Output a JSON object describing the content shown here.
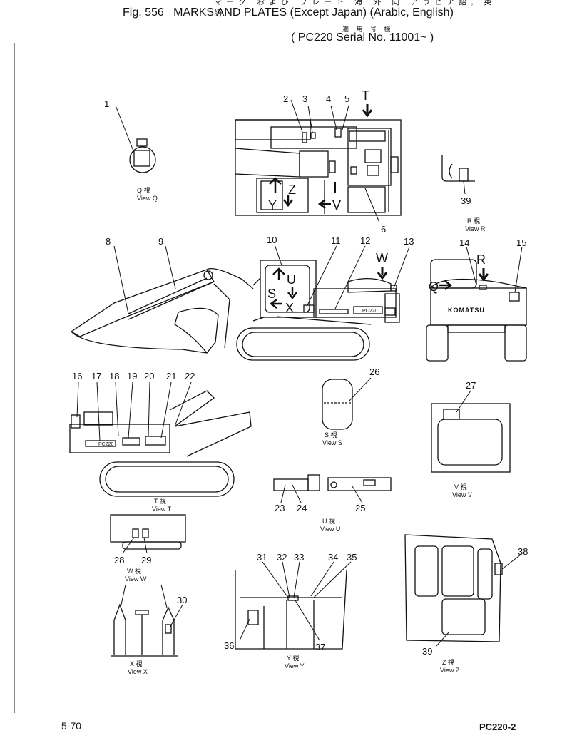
{
  "header": {
    "jp_title": "マーク および プレート 海 外 向 アラビア語, 英 語",
    "fig_label": "Fig. 556",
    "title": "MARKS AND PLATES (Except Japan) (Arabic, English)",
    "jp_serial": "適 用 号 機",
    "serial": "( PC220 Serial No. 11001~ )"
  },
  "callouts": [
    "1",
    "2",
    "3",
    "4",
    "5",
    "6",
    "8",
    "9",
    "10",
    "11",
    "12",
    "13",
    "14",
    "15",
    "16",
    "17",
    "18",
    "19",
    "20",
    "21",
    "22",
    "23",
    "24",
    "25",
    "26",
    "27",
    "28",
    "29",
    "30",
    "31",
    "32",
    "33",
    "34",
    "35",
    "36",
    "37",
    "38",
    "39"
  ],
  "view_letters": [
    "T",
    "W",
    "R",
    "Q",
    "S",
    "U",
    "X",
    "Y",
    "Z",
    "V"
  ],
  "views": {
    "q": {
      "jp": "Q 視",
      "en": "View Q"
    },
    "r": {
      "jp": "R 視",
      "en": "View R"
    },
    "s": {
      "jp": "S 視",
      "en": "View S"
    },
    "t": {
      "jp": "T 視",
      "en": "View T"
    },
    "u": {
      "jp": "U 視",
      "en": "View U"
    },
    "v": {
      "jp": "V 視",
      "en": "View V"
    },
    "w": {
      "jp": "W 視",
      "en": "View W"
    },
    "x": {
      "jp": "X 視",
      "en": "View X"
    },
    "y": {
      "jp": "Y 視",
      "en": "View Y"
    },
    "z": {
      "jp": "Z 視",
      "en": "View Z"
    }
  },
  "labels": {
    "komatsu": "KOMATSU",
    "pc220": "PC220"
  },
  "footer": {
    "page": "5-70",
    "model": "PC220-2"
  }
}
